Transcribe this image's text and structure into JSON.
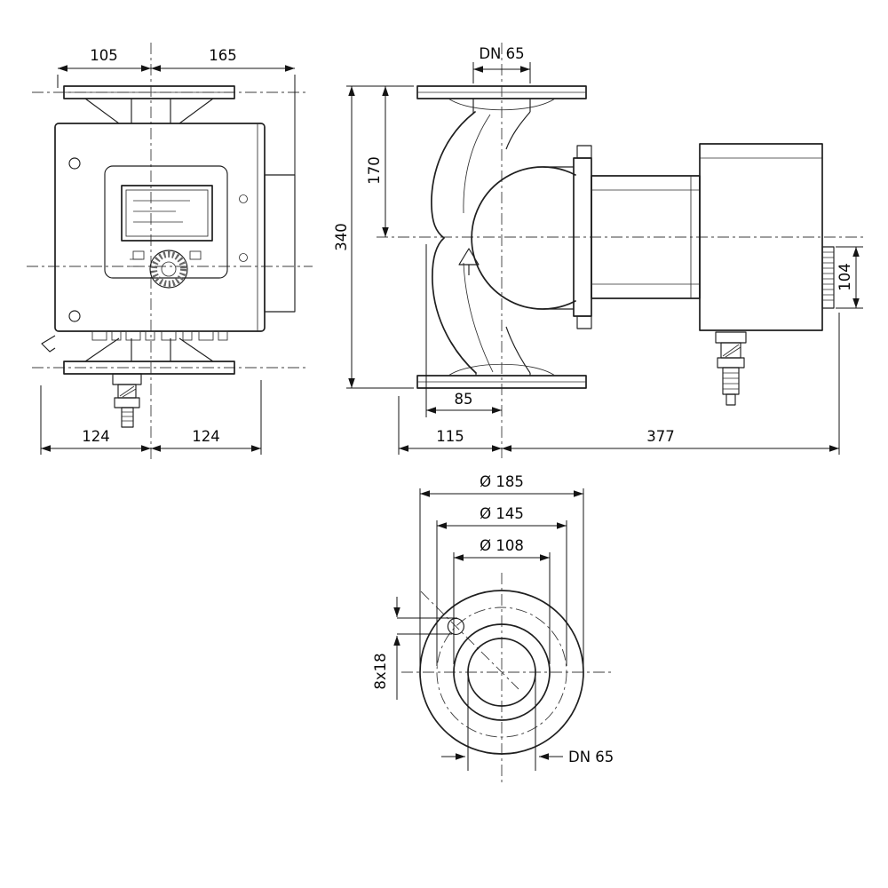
{
  "front_view": {
    "dim_top_left": "105",
    "dim_top_right": "165",
    "dim_bottom_left": "124",
    "dim_bottom_right": "124"
  },
  "side_view": {
    "dim_flange_nominal": "DN 65",
    "dim_flange_to_axis": "170",
    "dim_port_to_port": "340",
    "dim_connector_height": "104",
    "dim_axis_to_housing_edge": "85",
    "dim_axis_to_left": "115",
    "dim_axis_to_motor_end": "377"
  },
  "flange_view": {
    "dim_outer_diameter": "Ø 185",
    "dim_bolt_circle_diameter": "Ø 145",
    "dim_raised_face_diameter": "Ø 108",
    "dim_bolt_holes": "8x18",
    "dim_nominal_bore": "DN 65"
  }
}
